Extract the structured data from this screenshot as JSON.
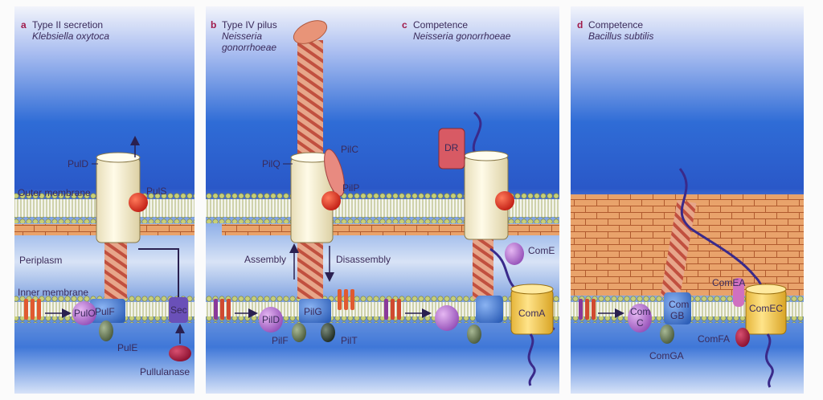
{
  "panels": [
    {
      "letter": "a",
      "title": "Type II secretion",
      "organism": "Klebsiella oxytoca"
    },
    {
      "letter": "b",
      "title": "Type IV pilus",
      "organism_line1": "Neisseria",
      "organism_line2": "gonorrhoeae"
    },
    {
      "letter": "c",
      "title": "Competence",
      "organism": "Neisseria gonorrhoeae"
    },
    {
      "letter": "d",
      "title": "Competence",
      "organism": "Bacillus subtilis"
    }
  ],
  "labels": {
    "a": {
      "puld": "PulD",
      "outer_membrane": "Outer membrane",
      "puls": "PulS",
      "periplasm": "Periplasm",
      "inner_membrane": "Inner membrane",
      "pulo": "PulO",
      "pulf": "PulF",
      "sec": "Sec",
      "pule": "PulE",
      "pullulanase": "Pullulanase"
    },
    "b": {
      "pilc": "PilC",
      "pilq": "PilQ",
      "pilp": "PilP",
      "assembly": "Assembly",
      "disassembly": "Disassembly",
      "pild": "PilD",
      "pilg": "PilG",
      "pilf": "PilF",
      "pilt": "PilT"
    },
    "c": {
      "dr": "DR",
      "come": "ComE",
      "coma": "ComA"
    },
    "d": {
      "comea": "ComEA",
      "comc_1": "Com",
      "comc_2": "C",
      "comgb_1": "Com",
      "comgb_2": "GB",
      "comec": "ComEC",
      "comfa": "ComFA",
      "comga": "ComGA"
    }
  }
}
